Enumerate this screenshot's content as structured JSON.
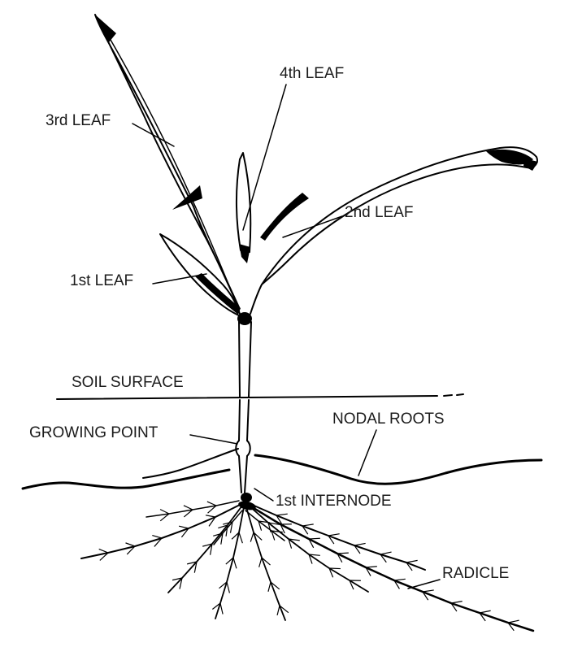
{
  "colors": {
    "ink": "#000000",
    "background": "#ffffff"
  },
  "labels": {
    "fourth_leaf": "4th LEAF",
    "third_leaf": "3rd LEAF",
    "second_leaf": "2nd LEAF",
    "first_leaf": "1st LEAF",
    "soil_surface": "SOIL SURFACE",
    "growing_point": "GROWING POINT",
    "nodal_roots": "NODAL ROOTS",
    "first_internode": "1st INTERNODE",
    "radicle": "RADICLE"
  }
}
